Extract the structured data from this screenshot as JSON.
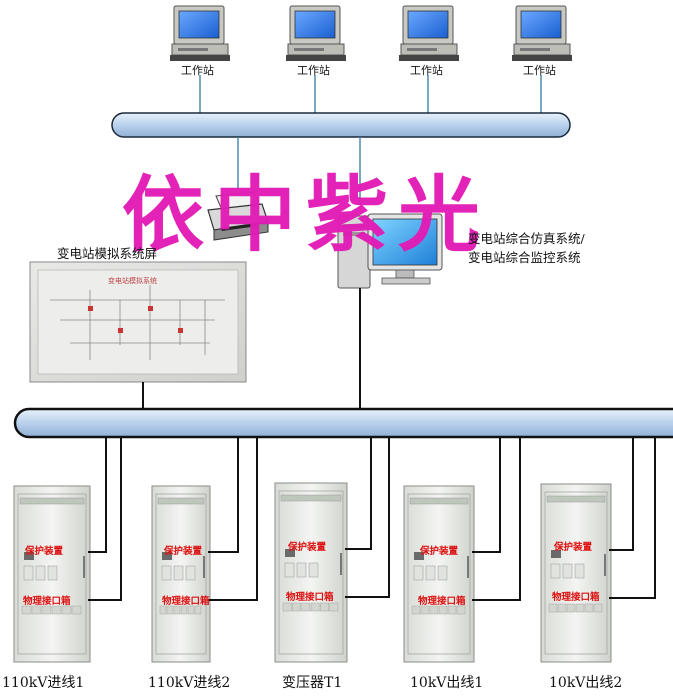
{
  "workstation_label": "工作站",
  "workstations": [
    {
      "label": "工作站"
    },
    {
      "label": "工作站"
    },
    {
      "label": "工作站"
    },
    {
      "label": "工作站"
    }
  ],
  "sim_system": {
    "line1": "变电站综合仿真系统/",
    "line2": "变电站综合监控系统"
  },
  "screen": {
    "label": "变电站模拟系统屏",
    "inner_title": "变电站模拟系统"
  },
  "cabinet_text": {
    "protection": "保护装置",
    "interface": "物理接口箱"
  },
  "cabinets": [
    {
      "label": "110kV进线1"
    },
    {
      "label": "110kV进线2"
    },
    {
      "label": "变压器T1"
    },
    {
      "label": "10kV出线1"
    },
    {
      "label": "10kV出线2"
    }
  ],
  "watermark": "依中紫光",
  "colors": {
    "bus_fill": "#c9dcf0",
    "bus_stroke": "#1b2a3a",
    "line": "#222222",
    "watermark": "#e21bb6",
    "cabinet_text": "#dd1111"
  }
}
